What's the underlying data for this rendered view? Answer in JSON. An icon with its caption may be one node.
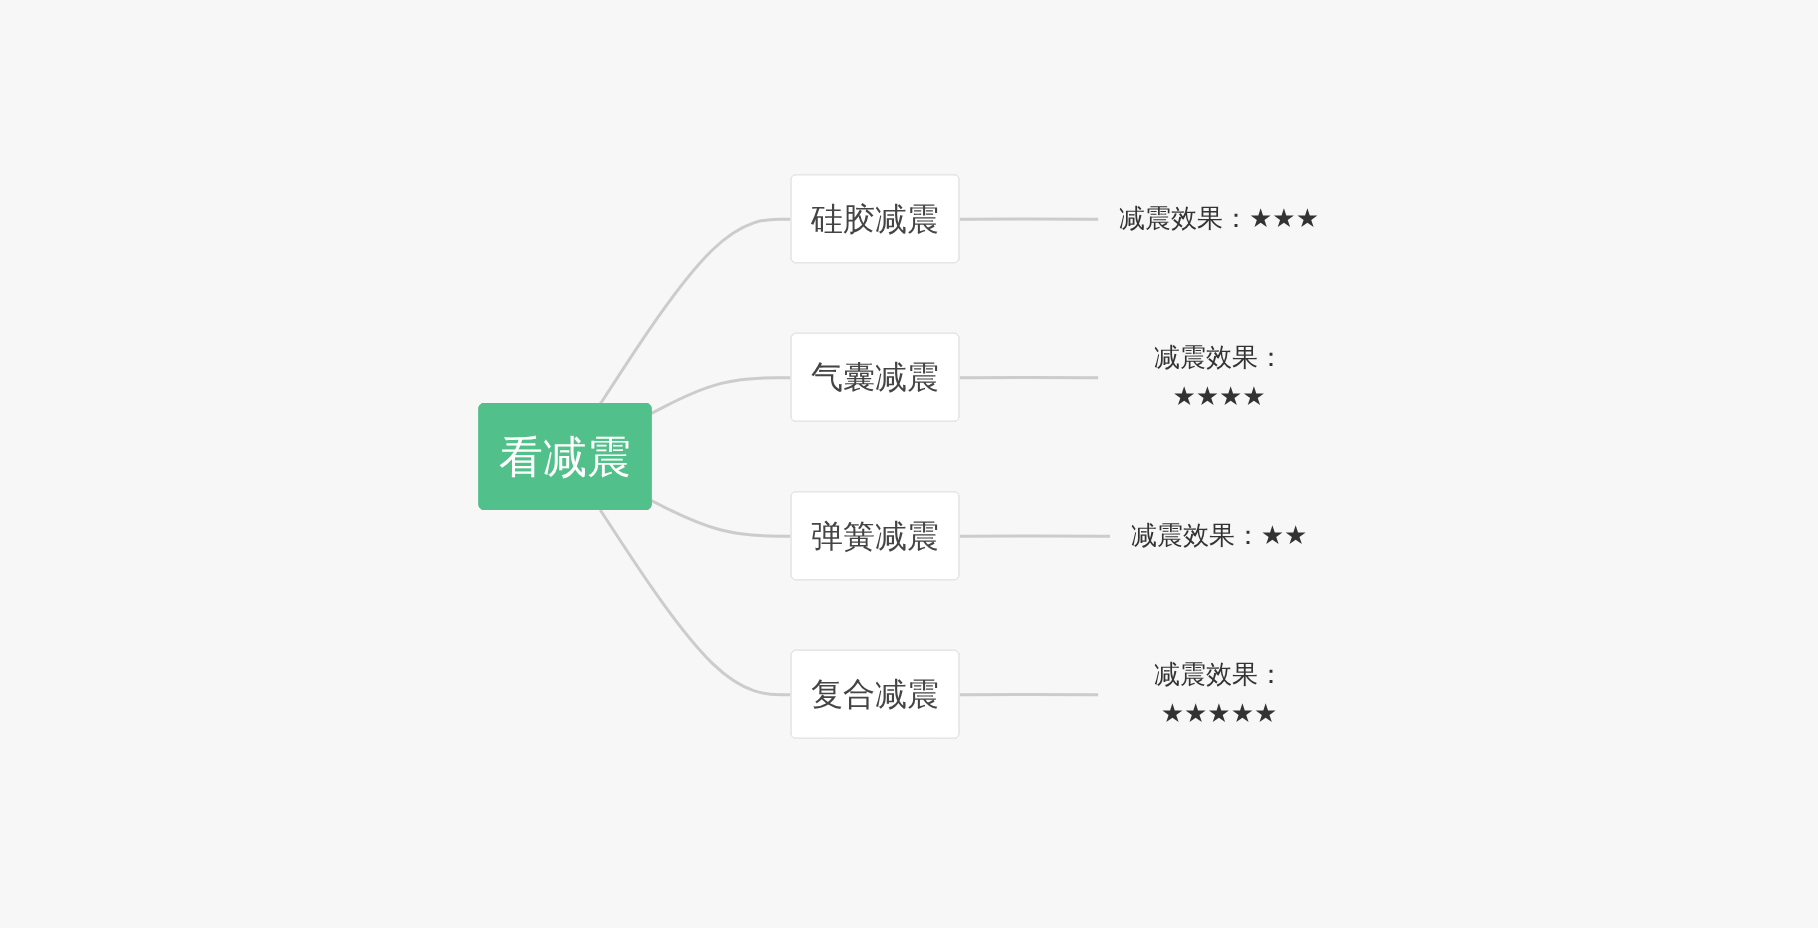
{
  "diagram": {
    "nodes": [
      {
        "text": [
          "看减震"
        ]
      },
      {
        "text": [
          "硅胶减震"
        ]
      },
      {
        "text": [
          "气囊减震"
        ]
      },
      {
        "text": [
          "弹簧减震"
        ]
      },
      {
        "text": [
          "复合减震"
        ]
      },
      {
        "text": [
          "减震效果：★★★"
        ]
      },
      {
        "text": [
          "减震效果：★★★★"
        ]
      },
      {
        "text": [
          "减震效果：★★"
        ]
      },
      {
        "text": [
          "减震效果：★★★★★"
        ]
      }
    ],
    "edges": [
      {
        "from": 0,
        "to": 1,
        "arrow": "none"
      },
      {
        "from": 0,
        "to": 2,
        "arrow": "none"
      },
      {
        "from": 0,
        "to": 3,
        "arrow": "none"
      },
      {
        "from": 0,
        "to": 4,
        "arrow": "none"
      },
      {
        "from": 1,
        "to": 5,
        "arrow": "none"
      },
      {
        "from": 2,
        "to": 6,
        "arrow": "none"
      },
      {
        "from": 3,
        "to": 7,
        "arrow": "none"
      },
      {
        "from": 4,
        "to": 8,
        "arrow": "none"
      }
    ]
  }
}
